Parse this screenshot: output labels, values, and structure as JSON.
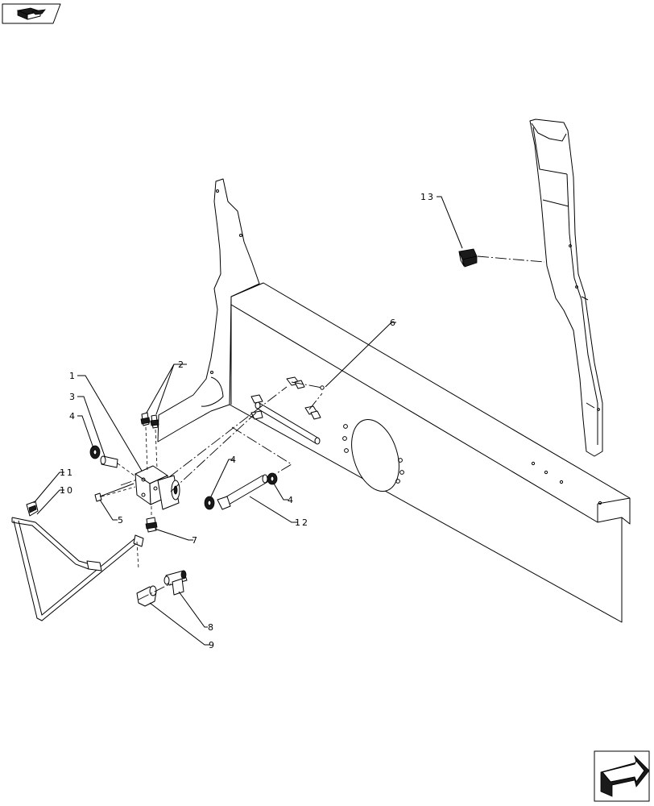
{
  "callouts": [
    {
      "id": "1",
      "label": "1"
    },
    {
      "id": "2",
      "label": "2"
    },
    {
      "id": "3",
      "label": "3"
    },
    {
      "id": "4a",
      "label": "4"
    },
    {
      "id": "4b",
      "label": "4"
    },
    {
      "id": "4c",
      "label": "4"
    },
    {
      "id": "5",
      "label": "5"
    },
    {
      "id": "6",
      "label": "6"
    },
    {
      "id": "7",
      "label": "7"
    },
    {
      "id": "8",
      "label": "8"
    },
    {
      "id": "9",
      "label": "9"
    },
    {
      "id": "10",
      "label": "10"
    },
    {
      "id": "11",
      "label": "11"
    },
    {
      "id": "12",
      "label": "12"
    },
    {
      "id": "13",
      "label": "13"
    }
  ],
  "nav": {
    "top_icon": "parts-catalog-book-icon",
    "bottom_icon": "next-page-arrow-icon"
  }
}
